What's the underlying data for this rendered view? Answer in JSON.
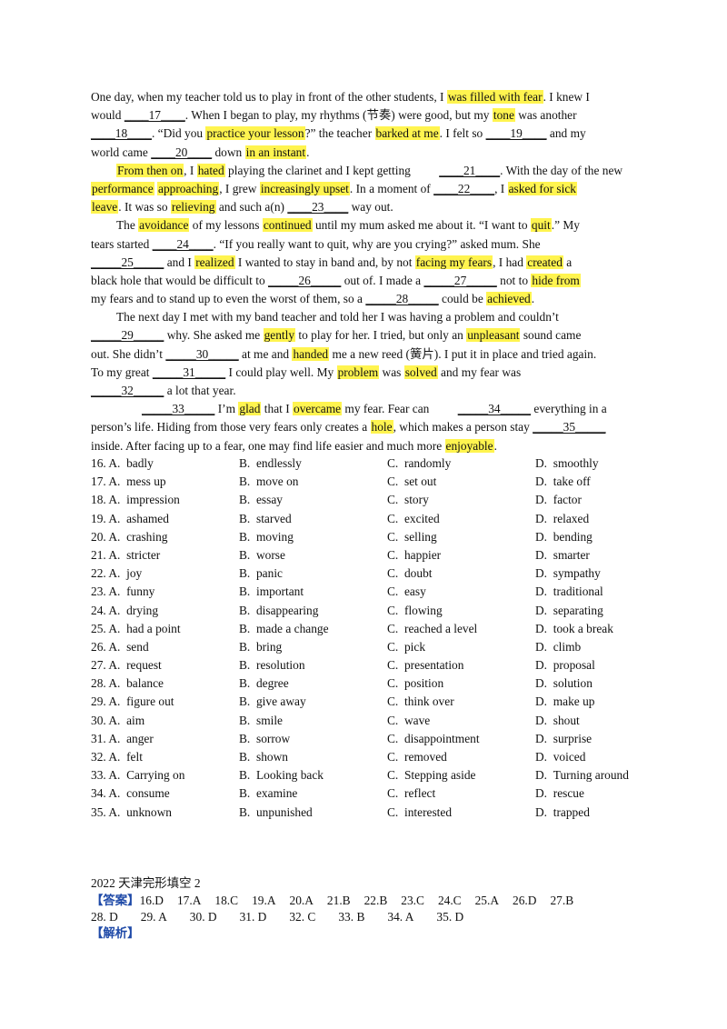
{
  "passage_lines": [
    {
      "indent": false,
      "segs": [
        [
          "One day, when my teacher told us to play in front of the other students, I ",
          0
        ],
        [
          "was filled with fear",
          1
        ],
        [
          ". I knew I",
          0
        ]
      ]
    },
    {
      "indent": false,
      "segs": [
        [
          "would ",
          0
        ],
        [
          "____17____",
          2
        ],
        [
          ". When I began to play, my rhythms (节奏) were good, but my ",
          0
        ],
        [
          "tone",
          1
        ],
        [
          " was another",
          0
        ]
      ]
    },
    {
      "indent": false,
      "segs": [
        [
          "____18____",
          2
        ],
        [
          ". “Did you ",
          0
        ],
        [
          "practice your lesson",
          1
        ],
        [
          "?” the teacher ",
          0
        ],
        [
          "barked at me",
          1
        ],
        [
          ". I felt so ",
          0
        ],
        [
          "____19____",
          2
        ],
        [
          " and my",
          0
        ]
      ]
    },
    {
      "indent": false,
      "segs": [
        [
          "world came ",
          0
        ],
        [
          "____20____",
          2
        ],
        [
          " down ",
          0
        ],
        [
          "in an instant",
          1
        ],
        [
          ".",
          0
        ]
      ]
    },
    {
      "indent": true,
      "segs": [
        [
          "From then on",
          1
        ],
        [
          ", I ",
          0
        ],
        [
          "hated",
          1
        ],
        [
          " playing the clarinet and I kept getting ",
          0
        ],
        [
          "____21____",
          2
        ],
        [
          ". With the day of the new",
          0
        ]
      ]
    },
    {
      "indent": false,
      "segs": [
        [
          "performance",
          1
        ],
        [
          " ",
          0
        ],
        [
          "approaching",
          1
        ],
        [
          ", I grew ",
          0
        ],
        [
          "increasingly upset",
          1
        ],
        [
          ". In a moment of ",
          0
        ],
        [
          "____22____",
          2
        ],
        [
          ", I ",
          0
        ],
        [
          "asked for sick",
          1
        ]
      ]
    },
    {
      "indent": false,
      "segs": [
        [
          "leave",
          1
        ],
        [
          ". It was so ",
          0
        ],
        [
          "relieving",
          1
        ],
        [
          " and such a(n) ",
          0
        ],
        [
          "____23____",
          2
        ],
        [
          " way out.",
          0
        ]
      ]
    },
    {
      "indent": true,
      "segs": [
        [
          "The ",
          0
        ],
        [
          "avoidance",
          1
        ],
        [
          " of my lessons ",
          0
        ],
        [
          "continued",
          1
        ],
        [
          " until my mum asked me about it. “I want to ",
          0
        ],
        [
          "quit",
          1
        ],
        [
          ".” My",
          0
        ]
      ]
    },
    {
      "indent": false,
      "segs": [
        [
          "tears started ",
          0
        ],
        [
          "____24____",
          2
        ],
        [
          ". “If you really want to quit, why are you crying?” asked mum. She",
          0
        ]
      ]
    },
    {
      "indent": false,
      "segs": [
        [
          "_____25_____",
          2
        ],
        [
          " and I ",
          0
        ],
        [
          "realized",
          1
        ],
        [
          " I wanted to stay in band and, by not ",
          0
        ],
        [
          "facing my fears",
          1
        ],
        [
          ", I had ",
          0
        ],
        [
          "created",
          1
        ],
        [
          " a",
          0
        ]
      ]
    },
    {
      "indent": false,
      "segs": [
        [
          "black hole that would be difficult to ",
          0
        ],
        [
          "_____26_____",
          2
        ],
        [
          " out of. I made a ",
          0
        ],
        [
          "_____27_____",
          2
        ],
        [
          " not to ",
          0
        ],
        [
          "hide from",
          1
        ]
      ]
    },
    {
      "indent": false,
      "segs": [
        [
          "my fears and to stand up to even the worst of them, so a ",
          0
        ],
        [
          "_____28_____",
          2
        ],
        [
          " could be ",
          0
        ],
        [
          "achieved",
          1
        ],
        [
          ".",
          0
        ]
      ]
    },
    {
      "indent": true,
      "segs": [
        [
          "The next day I met with my band teacher and told her I was having a problem and couldn’t",
          0
        ]
      ]
    },
    {
      "indent": false,
      "segs": [
        [
          "_____29_____",
          2
        ],
        [
          " why. She asked me ",
          0
        ],
        [
          "gently",
          1
        ],
        [
          " to play for her. I tried, but only an ",
          0
        ],
        [
          "unpleasant",
          1
        ],
        [
          " sound came",
          0
        ]
      ]
    },
    {
      "indent": false,
      "segs": [
        [
          "out. She didn’t ",
          0
        ],
        [
          "_____30_____",
          2
        ],
        [
          " at me and ",
          0
        ],
        [
          "handed",
          1
        ],
        [
          " me a new reed (簧片). I put it in place and tried again.",
          0
        ]
      ]
    },
    {
      "indent": false,
      "segs": [
        [
          "To my great ",
          0
        ],
        [
          "_____31_____",
          2
        ],
        [
          " I could play well. My ",
          0
        ],
        [
          "problem",
          1
        ],
        [
          " was ",
          0
        ],
        [
          "solved",
          1
        ],
        [
          " and my fear was",
          0
        ]
      ]
    },
    {
      "indent": false,
      "segs": [
        [
          "_____32_____",
          2
        ],
        [
          " a lot that year.",
          0
        ]
      ]
    },
    {
      "indent": true,
      "segs": [
        [
          "_____33_____",
          2
        ],
        [
          " I’m ",
          0
        ],
        [
          "glad",
          1
        ],
        [
          " that I ",
          0
        ],
        [
          "overcame",
          1
        ],
        [
          " my fear. Fear can ",
          0
        ],
        [
          "_____34_____",
          2
        ],
        [
          " everything in a",
          0
        ]
      ]
    },
    {
      "indent": false,
      "segs": [
        [
          "person’s life. Hiding from those very fears only creates a ",
          0
        ],
        [
          "hole",
          1
        ],
        [
          ", which makes a person stay ",
          0
        ],
        [
          "_____35_____",
          2
        ]
      ]
    },
    {
      "indent": false,
      "segs": [
        [
          "inside. After facing up to a fear, one may find life easier and much more ",
          0
        ],
        [
          "enjoyable",
          1
        ],
        [
          ".",
          0
        ]
      ]
    }
  ],
  "options": [
    {
      "n": "16.",
      "a": "badly",
      "b": "endlessly",
      "c": "randomly",
      "d": "smoothly"
    },
    {
      "n": "17.",
      "a": "mess up",
      "b": "move on",
      "c": "set out",
      "d": "take off"
    },
    {
      "n": "18.",
      "a": "impression",
      "b": "essay",
      "c": "story",
      "d": "factor"
    },
    {
      "n": "19.",
      "a": "ashamed",
      "b": "starved",
      "c": "excited",
      "d": "relaxed"
    },
    {
      "n": "20.",
      "a": "crashing",
      "b": "moving",
      "c": "selling",
      "d": "bending"
    },
    {
      "n": "21.",
      "a": "stricter",
      "b": "worse",
      "c": "happier",
      "d": "smarter"
    },
    {
      "n": "22.",
      "a": "joy",
      "b": "panic",
      "c": "doubt",
      "d": "sympathy"
    },
    {
      "n": "23.",
      "a": "funny",
      "b": "important",
      "c": "easy",
      "d": "traditional"
    },
    {
      "n": "24.",
      "a": "drying",
      "b": "disappearing",
      "c": "flowing",
      "d": "separating"
    },
    {
      "n": "25.",
      "a": "had a point",
      "b": "made a change",
      "c": "reached a level",
      "d": "took a break"
    },
    {
      "n": "26.",
      "a": "send",
      "b": "bring",
      "c": "pick",
      "d": "climb"
    },
    {
      "n": "27.",
      "a": "request",
      "b": "resolution",
      "c": "presentation",
      "d": "proposal"
    },
    {
      "n": "28.",
      "a": "balance",
      "b": "degree",
      "c": "position",
      "d": "solution"
    },
    {
      "n": "29.",
      "a": "figure out",
      "b": "give away",
      "c": "think over",
      "d": "make up"
    },
    {
      "n": "30.",
      "a": "aim",
      "b": "smile",
      "c": "wave",
      "d": "shout"
    },
    {
      "n": "31.",
      "a": "anger",
      "b": "sorrow",
      "c": "disappointment",
      "d": "surprise"
    },
    {
      "n": "32.",
      "a": "felt",
      "b": "shown",
      "c": "removed",
      "d": "voiced"
    },
    {
      "n": "33.",
      "a": "Carrying on",
      "b": "Looking back",
      "c": "Stepping aside",
      "d": "Turning around"
    },
    {
      "n": "34.",
      "a": "consume",
      "b": "examine",
      "c": "reflect",
      "d": "rescue"
    },
    {
      "n": "35.",
      "a": "unknown",
      "b": "unpunished",
      "c": "interested",
      "d": "trapped"
    }
  ],
  "option_letters": {
    "a": "A.",
    "b": "B.",
    "c": "C.",
    "d": "D."
  },
  "footer": {
    "title": "2022 天津完形填空 2",
    "answer_label": "【答案】",
    "answers_row1": [
      "16.D",
      "17.A",
      "18.C",
      "19.A",
      "20.A",
      "21.B",
      "22.B",
      "23.C",
      "24.C",
      "25.A",
      "26.D",
      "27.B"
    ],
    "answers_row2": [
      "28. D",
      "29. A",
      "30. D",
      "31. D",
      "32. C",
      "33. B",
      "34. A",
      "35. D"
    ],
    "analysis_label": "【解析】"
  },
  "colors": {
    "highlight": "#fff44f",
    "label_blue": "#1f4aa8"
  }
}
